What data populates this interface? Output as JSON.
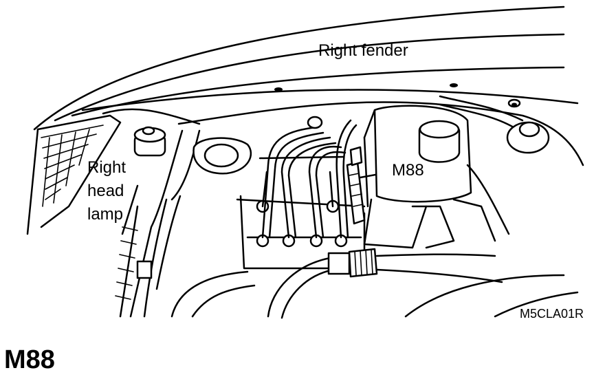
{
  "labels": {
    "right_fender": "Right fender",
    "right_head_lamp_line1": "Right",
    "right_head_lamp_line2": "head",
    "right_head_lamp_line3": "lamp",
    "connector": "M88"
  },
  "figure_code": "M5CLA01R",
  "caption": "M88"
}
